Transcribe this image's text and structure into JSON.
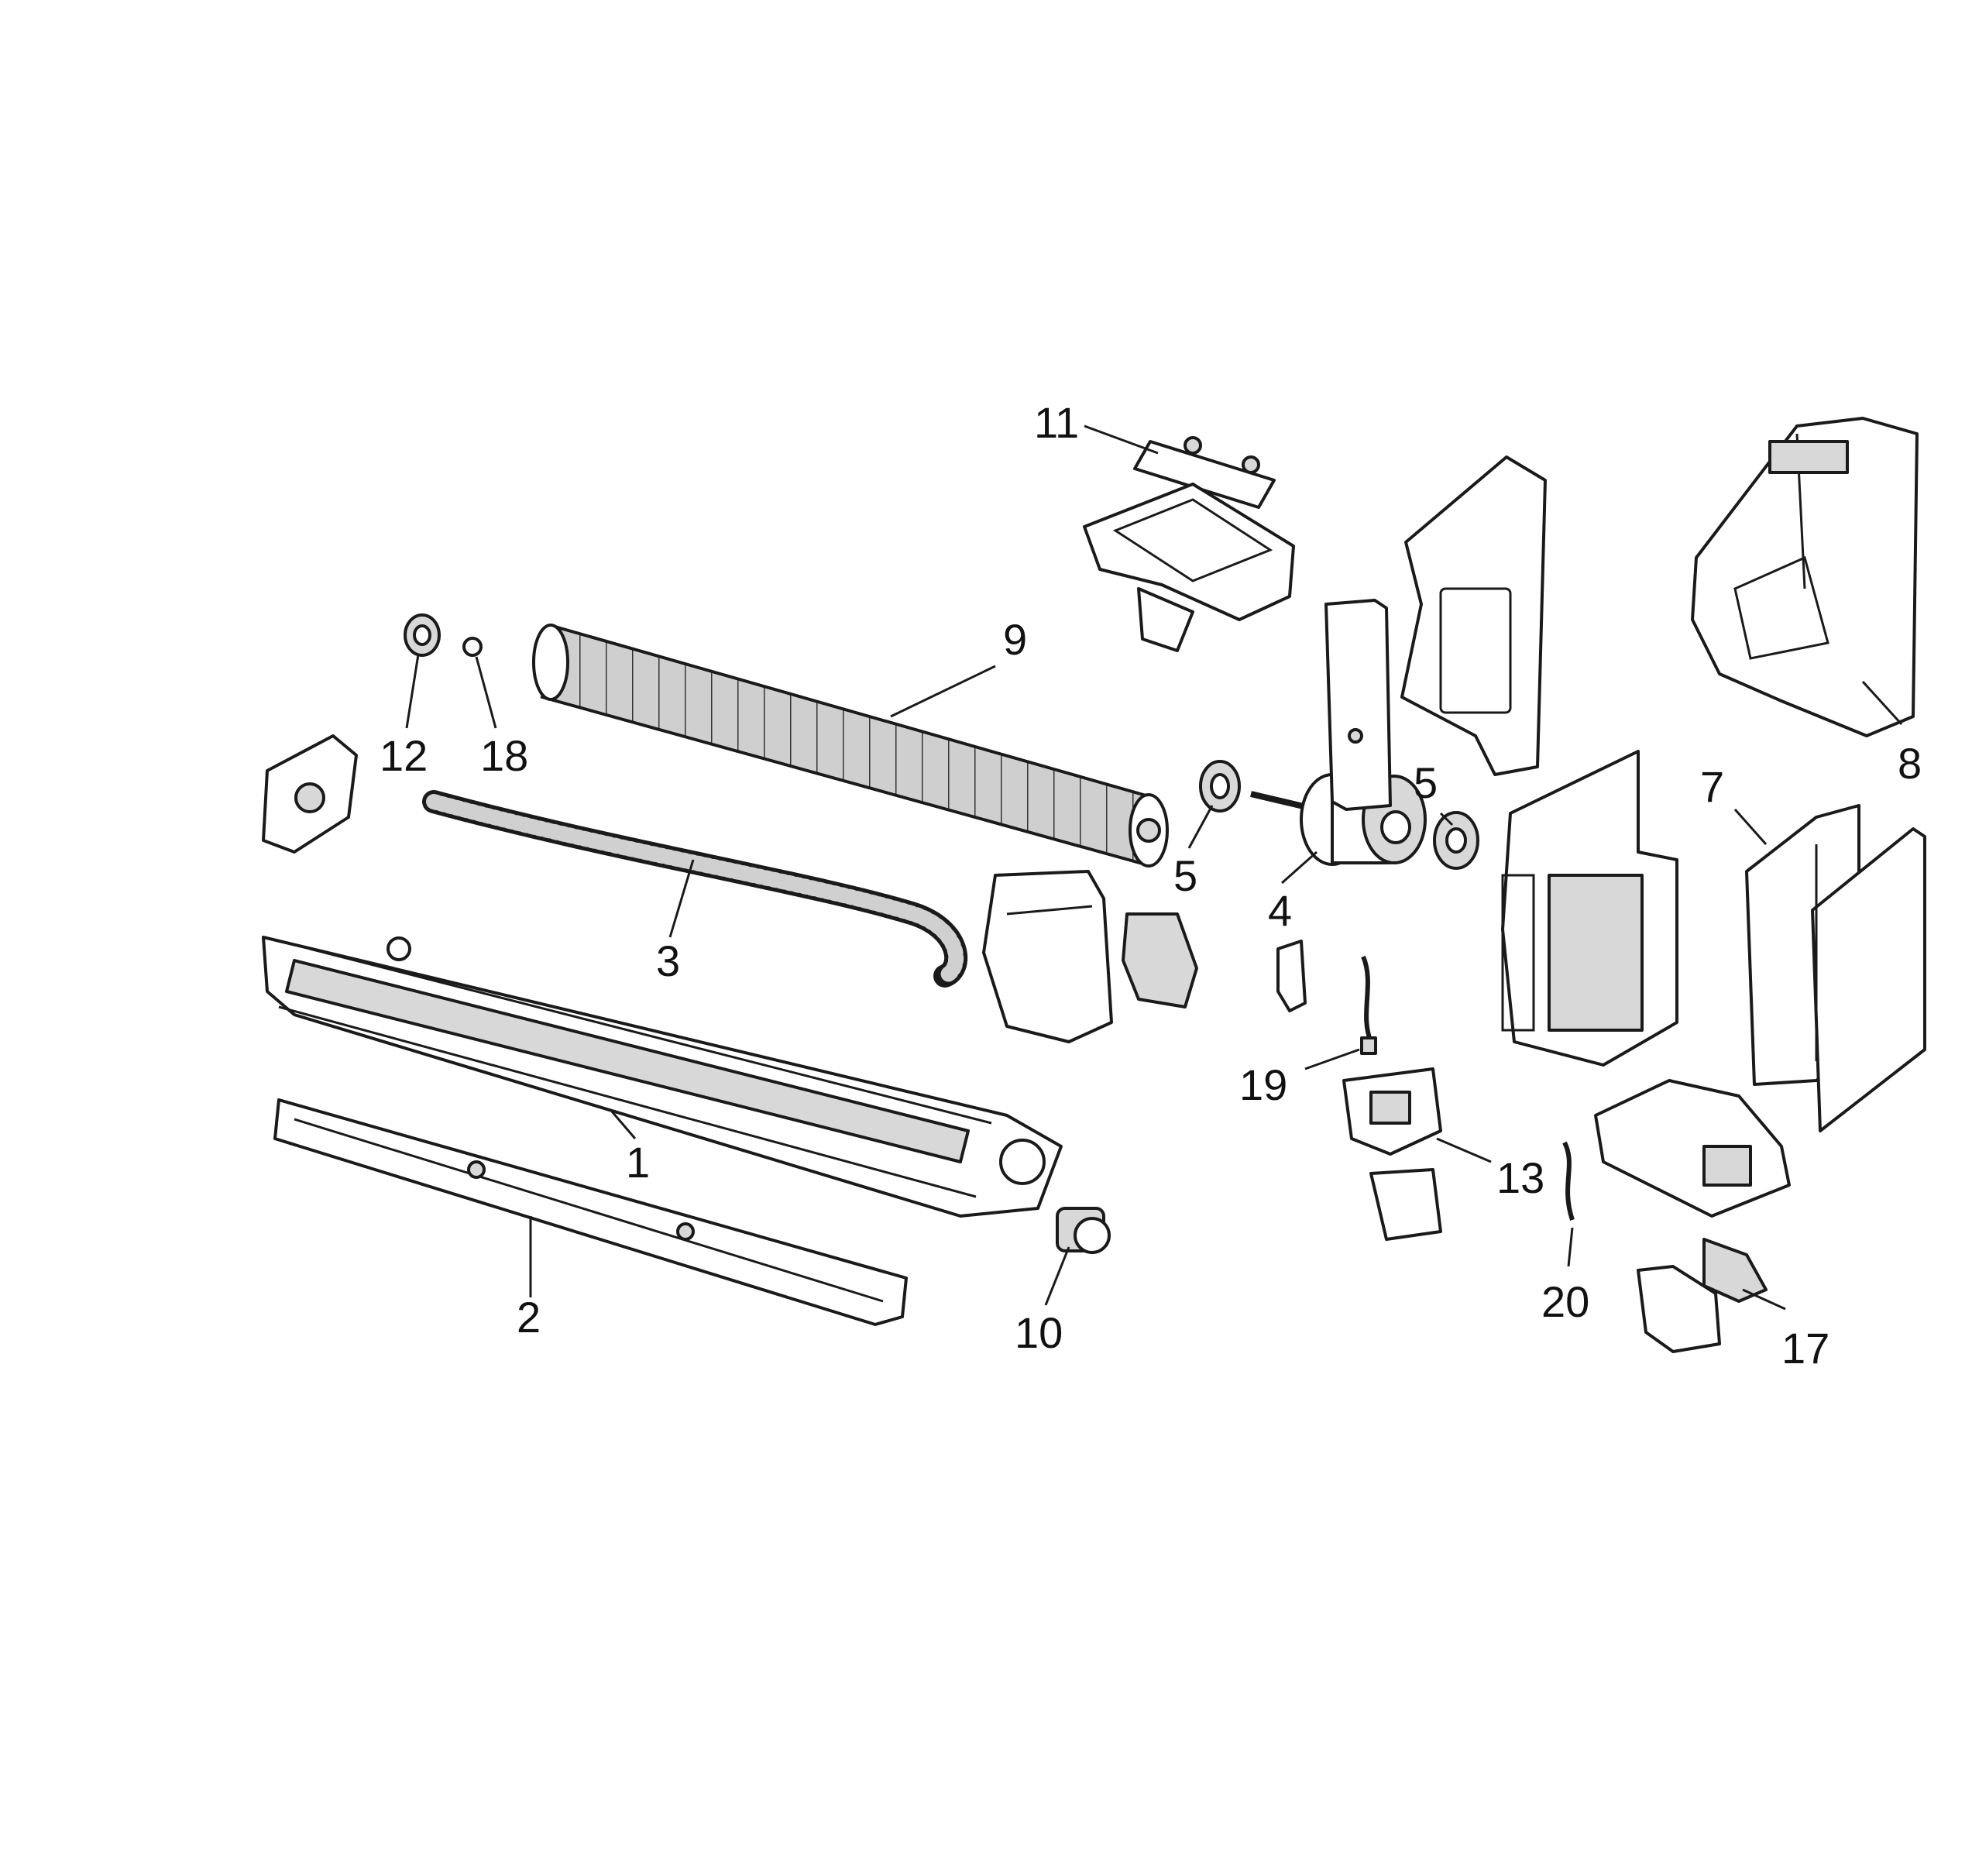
{
  "diagram": {
    "callouts": [
      {
        "id": "c1",
        "label": "1",
        "part": "drain-pan-chassis"
      },
      {
        "id": "c2",
        "label": "2",
        "part": "louver-blade"
      },
      {
        "id": "c3",
        "label": "3",
        "part": "drain-hose"
      },
      {
        "id": "c4",
        "label": "4",
        "part": "fan-motor"
      },
      {
        "id": "c5a",
        "label": "5",
        "part": "motor-bushing-left"
      },
      {
        "id": "c5b",
        "label": "5",
        "part": "motor-bushing-right"
      },
      {
        "id": "c7",
        "label": "7",
        "part": "control-box-cover"
      },
      {
        "id": "c8",
        "label": "8",
        "part": "electrical-box-housing"
      },
      {
        "id": "c9",
        "label": "9",
        "part": "cross-flow-fan"
      },
      {
        "id": "c10",
        "label": "10",
        "part": "swing-motor"
      },
      {
        "id": "c11",
        "label": "11",
        "part": "terminal-board"
      },
      {
        "id": "c12",
        "label": "12",
        "part": "bearing"
      },
      {
        "id": "c13",
        "label": "13",
        "part": "clamp"
      },
      {
        "id": "c17",
        "label": "17",
        "part": "connector"
      },
      {
        "id": "c18",
        "label": "18",
        "part": "rubber-bushing"
      },
      {
        "id": "c19",
        "label": "19",
        "part": "sensor"
      },
      {
        "id": "c20",
        "label": "20",
        "part": "wire-lead"
      }
    ]
  }
}
